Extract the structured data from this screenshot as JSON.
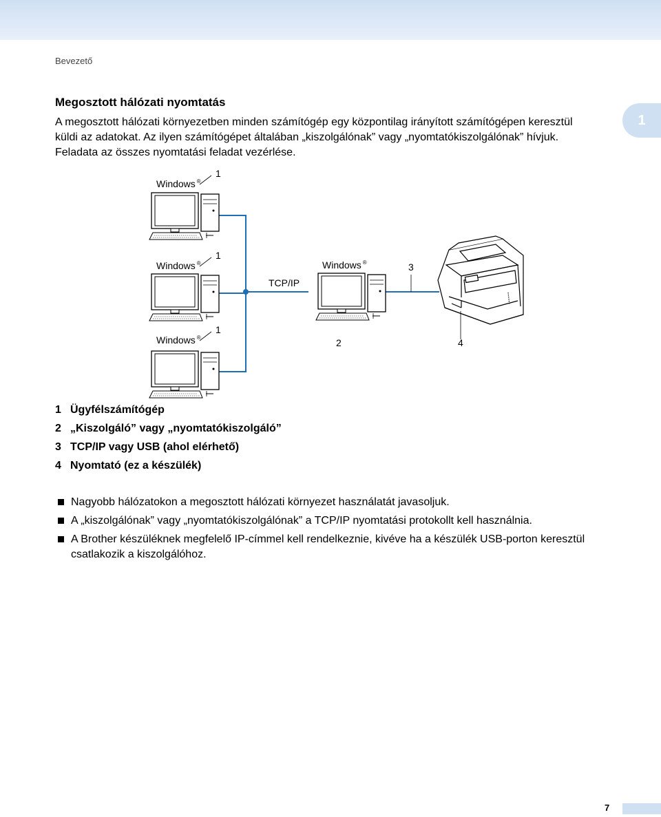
{
  "header": {
    "breadcrumb": "Bevezető"
  },
  "chapter_tab": "1",
  "section": {
    "title": "Megosztott hálózati nyomtatás",
    "intro_lines": [
      "A megosztott hálózati környezetben minden számítógép egy központilag irányított számítógépen keresztül",
      "küldi az adatokat. Az ilyen számítógépet általában „kiszolgálónak” vagy „nyomtatókiszolgálónak” hívjuk.",
      "Feladata az összes nyomtatási feladat vezérlése."
    ]
  },
  "diagram": {
    "windows_label": "Windows",
    "registered_mark": "®",
    "tcpip_label": "TCP/IP",
    "callouts": {
      "client": "1",
      "server": "2",
      "connection": "3",
      "printer": "4"
    },
    "line_color": "#1f6db5"
  },
  "legend": [
    {
      "num": "1",
      "text": "Ügyfélszámítógép"
    },
    {
      "num": "2",
      "text": "„Kiszolgáló” vagy „nyomtatókiszolgáló”"
    },
    {
      "num": "3",
      "text": "TCP/IP vagy USB (ahol elérhető)"
    },
    {
      "num": "4",
      "text": "Nyomtató (ez a készülék)"
    }
  ],
  "bullets": [
    "Nagyobb hálózatokon a megosztott hálózati környezet használatát javasoljuk.",
    "A „kiszolgálónak” vagy „nyomtatókiszolgálónak” a TCP/IP nyomtatási protokollt kell használnia.",
    "A Brother készüléknek megfelelő IP-címmel kell rendelkeznie, kivéve ha a készülék USB-porton keresztül csatlakozik a kiszolgálóhoz."
  ],
  "footer": {
    "page_number": "7"
  }
}
